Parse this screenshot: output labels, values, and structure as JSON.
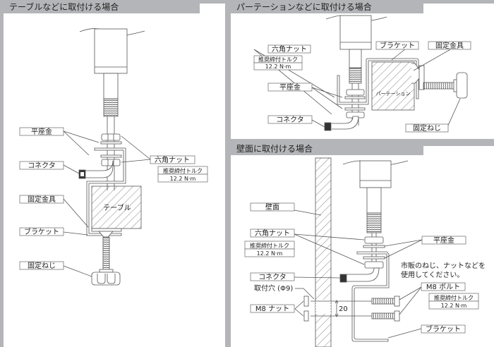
{
  "panels": {
    "table": {
      "title": "テーブルなどに取付ける場合",
      "labels": {
        "washer": "平座金",
        "connector": "コネクタ",
        "fixture": "固定金具",
        "bracket": "ブラケット",
        "screw": "固定ねじ",
        "hexnut": "六角ナット",
        "table": "テーブル"
      },
      "torque": {
        "title": "推奨締付トルク",
        "value": "12.2 N·m"
      }
    },
    "partition": {
      "title": "パーテーションなどに取付ける場合",
      "labels": {
        "hexnut": "六角ナット",
        "washer": "平座金",
        "connector": "コネクタ",
        "bracket": "ブラケット",
        "fixture": "固定金具",
        "screw": "固定ねじ",
        "partition": "パーテーション"
      },
      "torque": {
        "title": "推奨締付トルク",
        "value": "12.2 N·m"
      }
    },
    "wall": {
      "title": "壁面に取付ける場合",
      "labels": {
        "wall": "壁面",
        "hexnut": "六角ナット",
        "washer": "平座金",
        "connector": "コネクタ",
        "hole": "取付穴 (Φ9)",
        "m8nut": "M8 ナット",
        "m8bolt": "M8 ボルト",
        "bracket": "ブラケット"
      },
      "torque": {
        "title": "推奨締付トルク",
        "value": "12.2 N·m"
      },
      "note_line1": "市販のねじ、ナットなどを",
      "note_line2": "使用してください。",
      "dimension": "20"
    }
  },
  "colors": {
    "frame": "#b4b5b8",
    "line": "#555555",
    "text": "#222222"
  }
}
